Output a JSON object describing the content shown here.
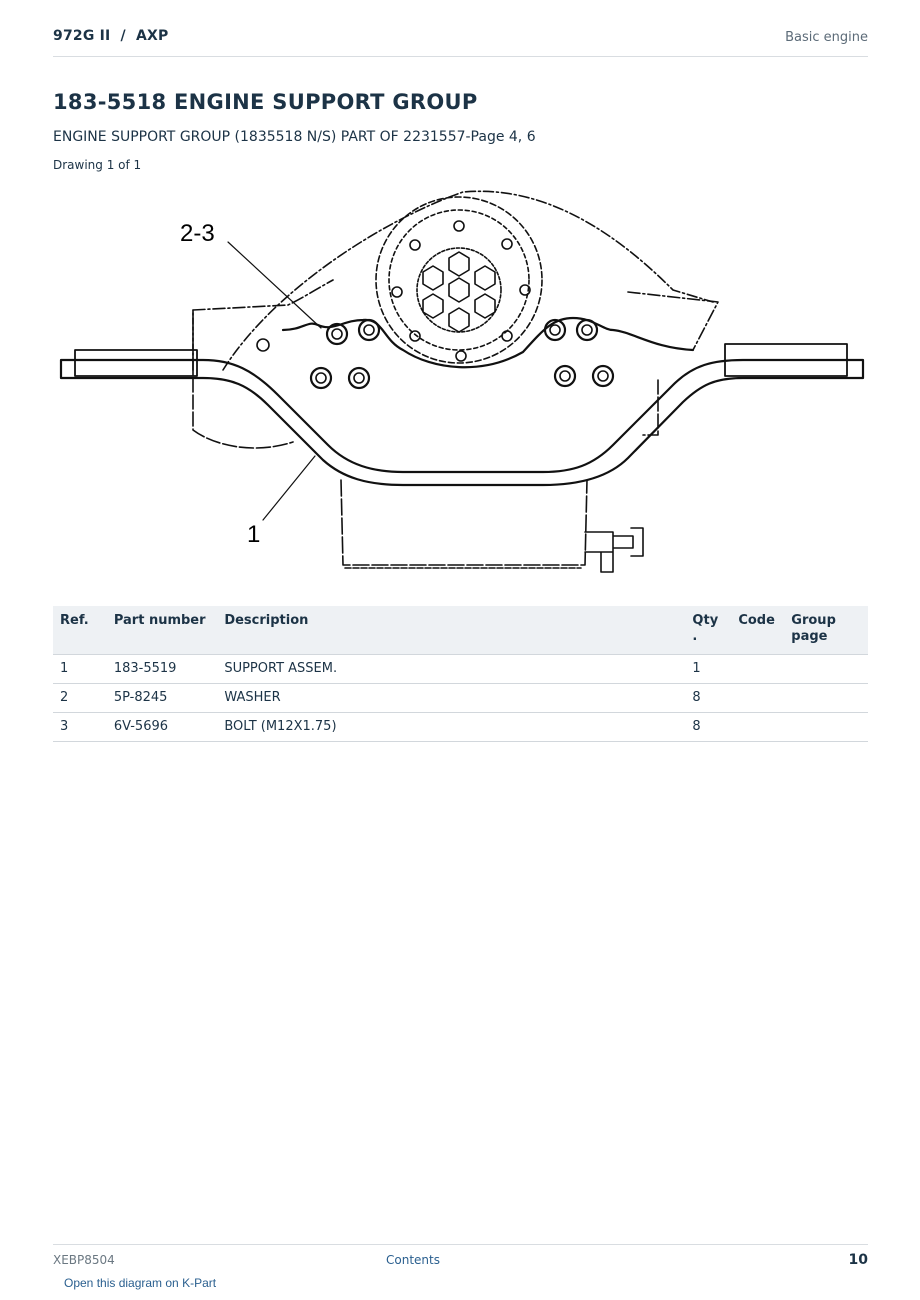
{
  "header": {
    "model": "972G II  /  AXP",
    "section": "Basic engine"
  },
  "title": "183-5518 ENGINE SUPPORT GROUP",
  "subtitle": "ENGINE SUPPORT GROUP (1835518 N/S) PART OF 2231557-Page 4, 6",
  "drawing_count": "Drawing 1 of 1",
  "diagram": {
    "callouts": [
      "2-3",
      "1"
    ]
  },
  "table": {
    "columns": [
      "Ref.",
      "Part number",
      "Description",
      "Qty\n.",
      "Code",
      "Group page"
    ],
    "rows": [
      {
        "ref": "1",
        "part_number": "183-5519",
        "description": "SUPPORT ASSEM.",
        "qty": "1",
        "code": "",
        "group_page": ""
      },
      {
        "ref": "2",
        "part_number": "5P-8245",
        "description": "WASHER",
        "qty": "8",
        "code": "",
        "group_page": ""
      },
      {
        "ref": "3",
        "part_number": "6V-5696",
        "description": "BOLT (M12X1.75)",
        "qty": "8",
        "code": "",
        "group_page": ""
      }
    ]
  },
  "footer": {
    "doc_id": "XEBP8504",
    "contents_link": "Contents",
    "page_number": "10",
    "kpart_link": "Open this diagram on K-Part"
  }
}
